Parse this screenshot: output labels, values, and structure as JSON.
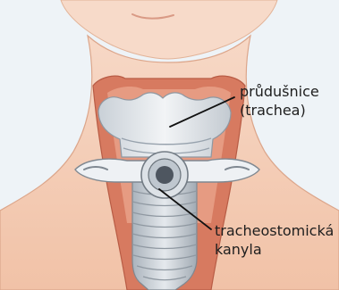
{
  "labels": {
    "trachea": [
      "průdušnice",
      "(trachea)"
    ],
    "cannula": [
      "tracheostomická",
      "kanyla"
    ]
  },
  "colors": {
    "background": "#eef3f7",
    "skin": "#f4cdb6",
    "skin_shadow": "#e7ad90",
    "tissue": "#d9785f",
    "cartilage": "#e4e8ec",
    "metal": "#c8ced5",
    "metal_dark": "#8c949d",
    "leader": "#111111",
    "text": "#1e1e1e"
  }
}
